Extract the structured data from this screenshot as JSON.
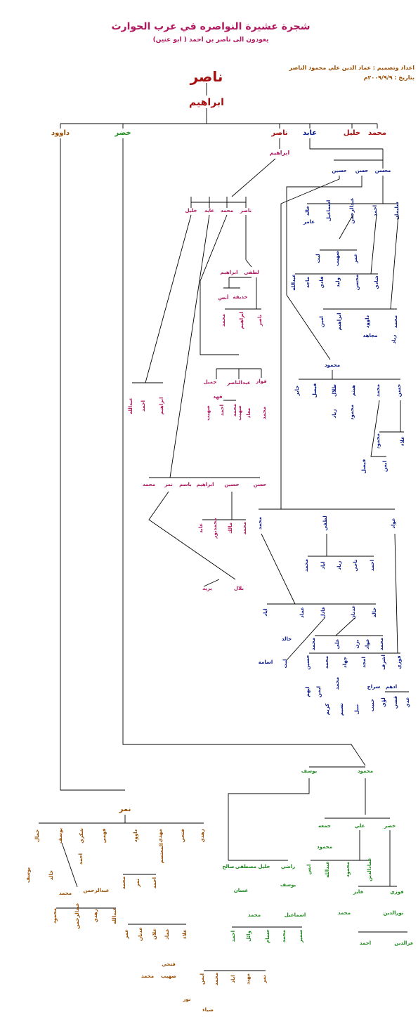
{
  "header": {
    "title": "شجرة عشيرة النواصره في عرب الحوارث",
    "subtitle": "يعودون الى ناصر بن احمد ( ابو عنين)",
    "credit": "اعداد وتصميم : عماد الدين علي محمود الناصر",
    "date": "بتاريخ : ٢٠٠٩/٩/٩م"
  },
  "colors": {
    "title": "#b0185f",
    "maroon": "#a50f0f",
    "green": "#1f8a1f",
    "brown": "#9a4c00",
    "navy": "#0a1a8c",
    "pink": "#b0185f",
    "line": "#000000"
  },
  "tree": {
    "root": "ناصر",
    "root_child": "ابراهيم",
    "top_row": [
      "محمد",
      "خليل",
      "عابد",
      "ناصر",
      "خضر",
      "داوود"
    ],
    "nasser_branch": {
      "head": "ابراهيم",
      "sons": [
        "ناصر",
        "محمد",
        "عابد",
        "خليل"
      ],
      "lutfi": "لطفي",
      "ibrahim2": "ابراهيم",
      "hadifa": "حذيفة",
      "anas": "أنس",
      "lutfi_sons": [
        "ناصر",
        "ابراهيم",
        "محمد"
      ],
      "fawaz_group": [
        "فواز",
        "عبدالناصر",
        "جميل"
      ],
      "fahd": "فهد",
      "fawaz_kids": [
        "محمد",
        "معاذ",
        "صهيب"
      ],
      "abdelnasser_kids": [
        "محمد",
        "احمد"
      ],
      "jamil_kid": "صهيب",
      "khalil_sons": [
        "ابراهيم",
        "احمد",
        "عبدالله"
      ],
      "middle_row": [
        "حسن",
        "حسين",
        "ابراهيم",
        "باسم",
        "نمر",
        "محمد"
      ],
      "hussein_sons": [
        "محمد",
        "مالك",
        "محمدنور",
        "عابد"
      ],
      "nimr_sons": [
        "بلال",
        "يزيد"
      ]
    },
    "abed_branch": {
      "sons": [
        "محسن",
        "حسن",
        "حسين"
      ],
      "mohsen_sons": [
        "سليمان",
        "احمد",
        "عبدالرحمن",
        "اسماعيل",
        "خالد"
      ],
      "amer": "عامر",
      "abdelrahman_sons": [
        "عمر",
        "صهيب",
        "ليث"
      ],
      "ahmad_sons": [
        "شادي",
        "محسن",
        "وليد",
        "فادي",
        "ماجد",
        "عبدالله"
      ],
      "suleiman_sons": [
        "محمد",
        "داوود",
        "ابراهيم",
        "امين"
      ],
      "ziad": "زياد",
      "mujahed": "مجاهد",
      "mahmoud": "محمود",
      "mahmoud_sons": [
        "حسن",
        "محمد",
        "هيثم",
        "طلال",
        "فيصل",
        "جابر"
      ],
      "haitham_son": "محمود",
      "talal_son": "زياد",
      "hasan_sons": [
        "علاء",
        "محمود"
      ],
      "mohammad_sons": [
        "ايمن",
        "فيصل"
      ],
      "hussein_row": [
        "عواد",
        "لطفي",
        "محمد"
      ],
      "lutfi_sons": [
        "احمد",
        "ناجي",
        "زياد",
        "اياد",
        "محمد"
      ],
      "awwad_row": [
        "خالد",
        "عدنان",
        "عادل",
        "عماد",
        "اياد"
      ],
      "khaled_son": "خالد",
      "adel_son": "ليث",
      "osama": "اسامة",
      "adnan_sons": [
        "محمد",
        "عواد",
        "يزن",
        "علي",
        "محمد"
      ],
      "awwad_sons": [
        "فوزي",
        "اشرف",
        "امجد",
        "جهاد",
        "محمد",
        "حسين"
      ],
      "fawzi_sons": [
        "عدي",
        "قصي",
        "لؤي"
      ],
      "ashraf_sons": [
        "ادهم",
        "سراج"
      ],
      "habib": "حبيب",
      "amjad_sons": [
        "كريم",
        "نسيم",
        "نبيل"
      ],
      "jihad_son": "محمد",
      "hussein_sons": [
        "ايمن",
        "ايهم"
      ]
    },
    "khodr_branch": {
      "sons": [
        "محمود",
        "يوسف"
      ],
      "mahmoud_sons": [
        "خضر",
        "علي",
        "جمعه"
      ],
      "jumaa_son": "محمود",
      "ali_sons": [
        "عمادالدين",
        "محمود",
        "عبدالله",
        "انس"
      ],
      "khodr_sons": [
        "فوزي",
        "فايز"
      ],
      "fayez_son": "محمد",
      "nourdeen": "نورالدين",
      "fawzi_sons": [
        "عزالدين",
        "احمد"
      ],
      "yousef_sons": [
        "راضي",
        "خليل",
        "مصطفى",
        "صالح"
      ],
      "radi_son": "يوسف",
      "mustafa_son": "غسان",
      "khalil_sons": [
        "محمد",
        "اسماعيل"
      ],
      "saleh_sons": [
        "سمير",
        "محمد",
        "حسام",
        "وائل",
        "احمد"
      ]
    },
    "dawood_branch": {
      "son": "نمر",
      "sons": [
        "زهدي",
        "فتحي",
        "مهدي",
        "داوود",
        "فهمي",
        "شكري",
        "يوسف",
        "جمال"
      ],
      "mahdi_son": "المعتصم",
      "dawood_sons": [
        "احمد",
        "نمر",
        "محمد"
      ],
      "shukri_son": "احمد",
      "jamal_sons": [
        "خالد",
        "يوسف"
      ],
      "abdelrahman": "عبدالرحمن",
      "mohammad": "محمد",
      "abdelrahman_sons": [
        "عبدالله",
        "زهدي",
        "عبدالرحمن",
        "محمود"
      ],
      "fathi_sons": [
        "علاء",
        "عماد",
        "علان",
        "عدنان",
        "عمر"
      ],
      "fathi2": "فتحي",
      "fathi2_sons": [
        "صهيب",
        "محمد"
      ],
      "alaa_son": "نور",
      "diyaa": "ضياء",
      "zuhdi_sons": [
        "نمر",
        "مهند",
        "اياد",
        "محمد",
        "ايمن"
      ]
    }
  }
}
